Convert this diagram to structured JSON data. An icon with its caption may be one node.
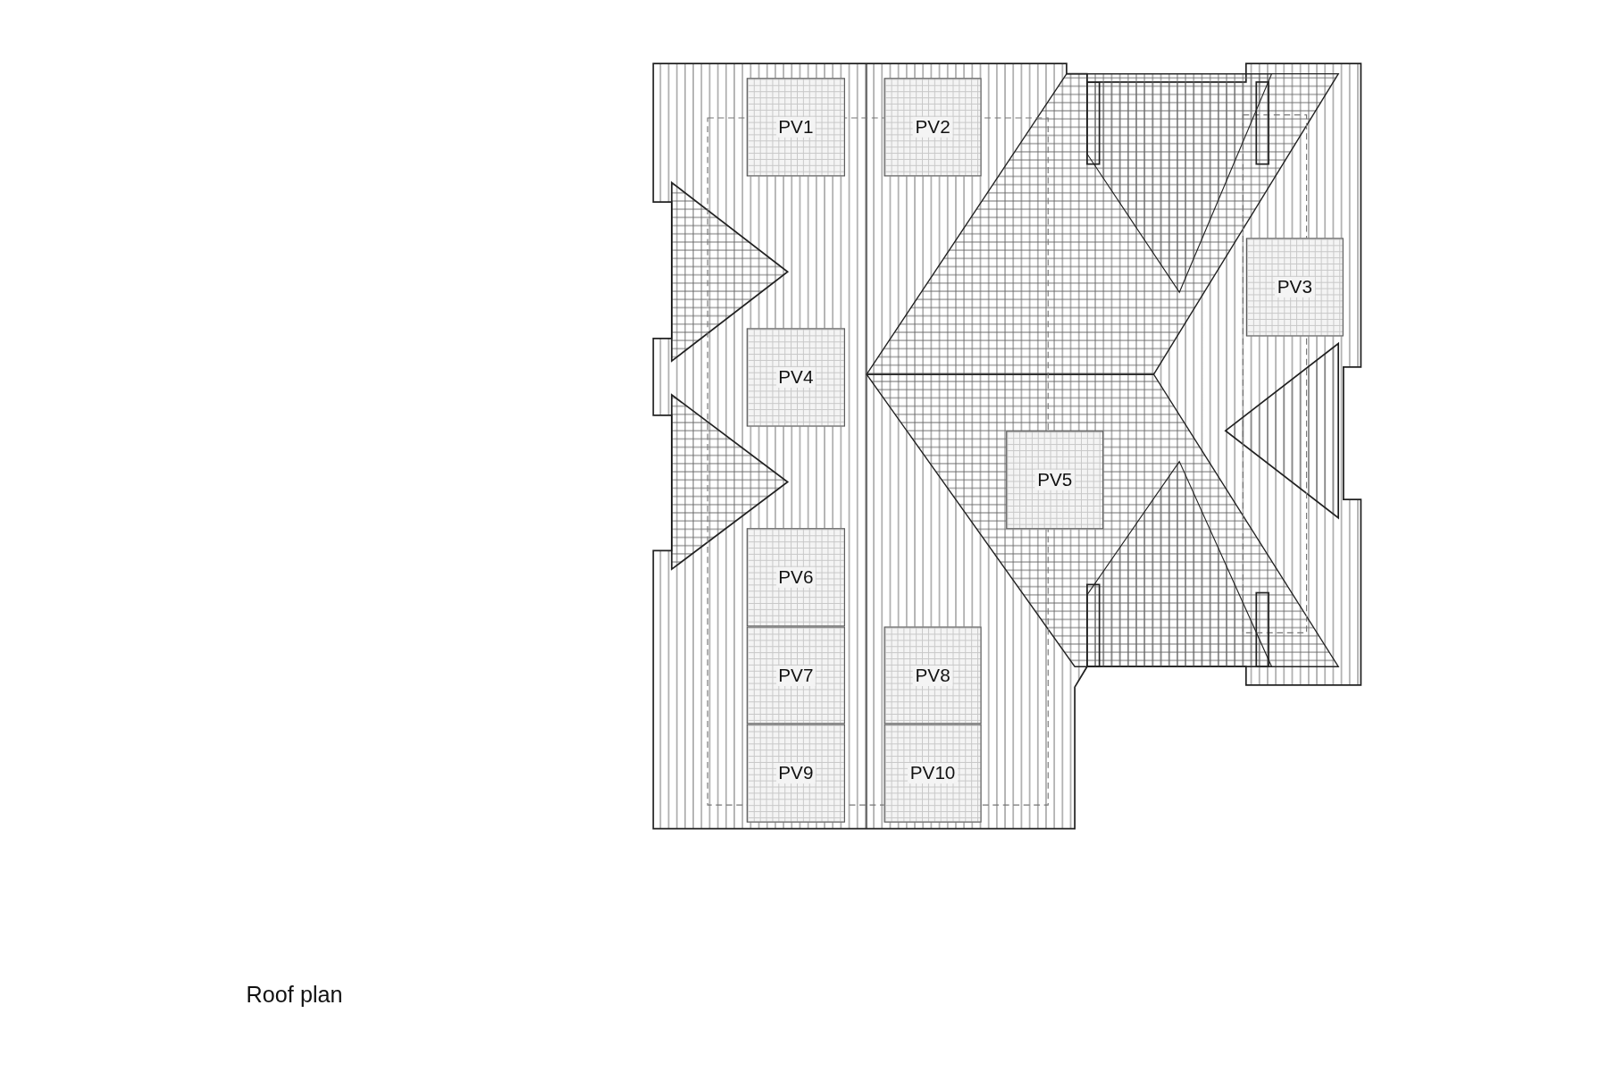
{
  "diagram": {
    "caption": "Roof plan",
    "nodes": [
      {
        "text": [
          "PV1"
        ]
      },
      {
        "text": [
          "PV2"
        ]
      },
      {
        "text": [
          "PV3"
        ]
      },
      {
        "text": [
          "PV4"
        ]
      },
      {
        "text": [
          "PV5"
        ]
      },
      {
        "text": [
          "PV6"
        ]
      },
      {
        "text": [
          "PV7"
        ]
      },
      {
        "text": [
          "PV8"
        ]
      },
      {
        "text": [
          "PV9"
        ]
      },
      {
        "text": [
          "PV10"
        ]
      }
    ]
  }
}
